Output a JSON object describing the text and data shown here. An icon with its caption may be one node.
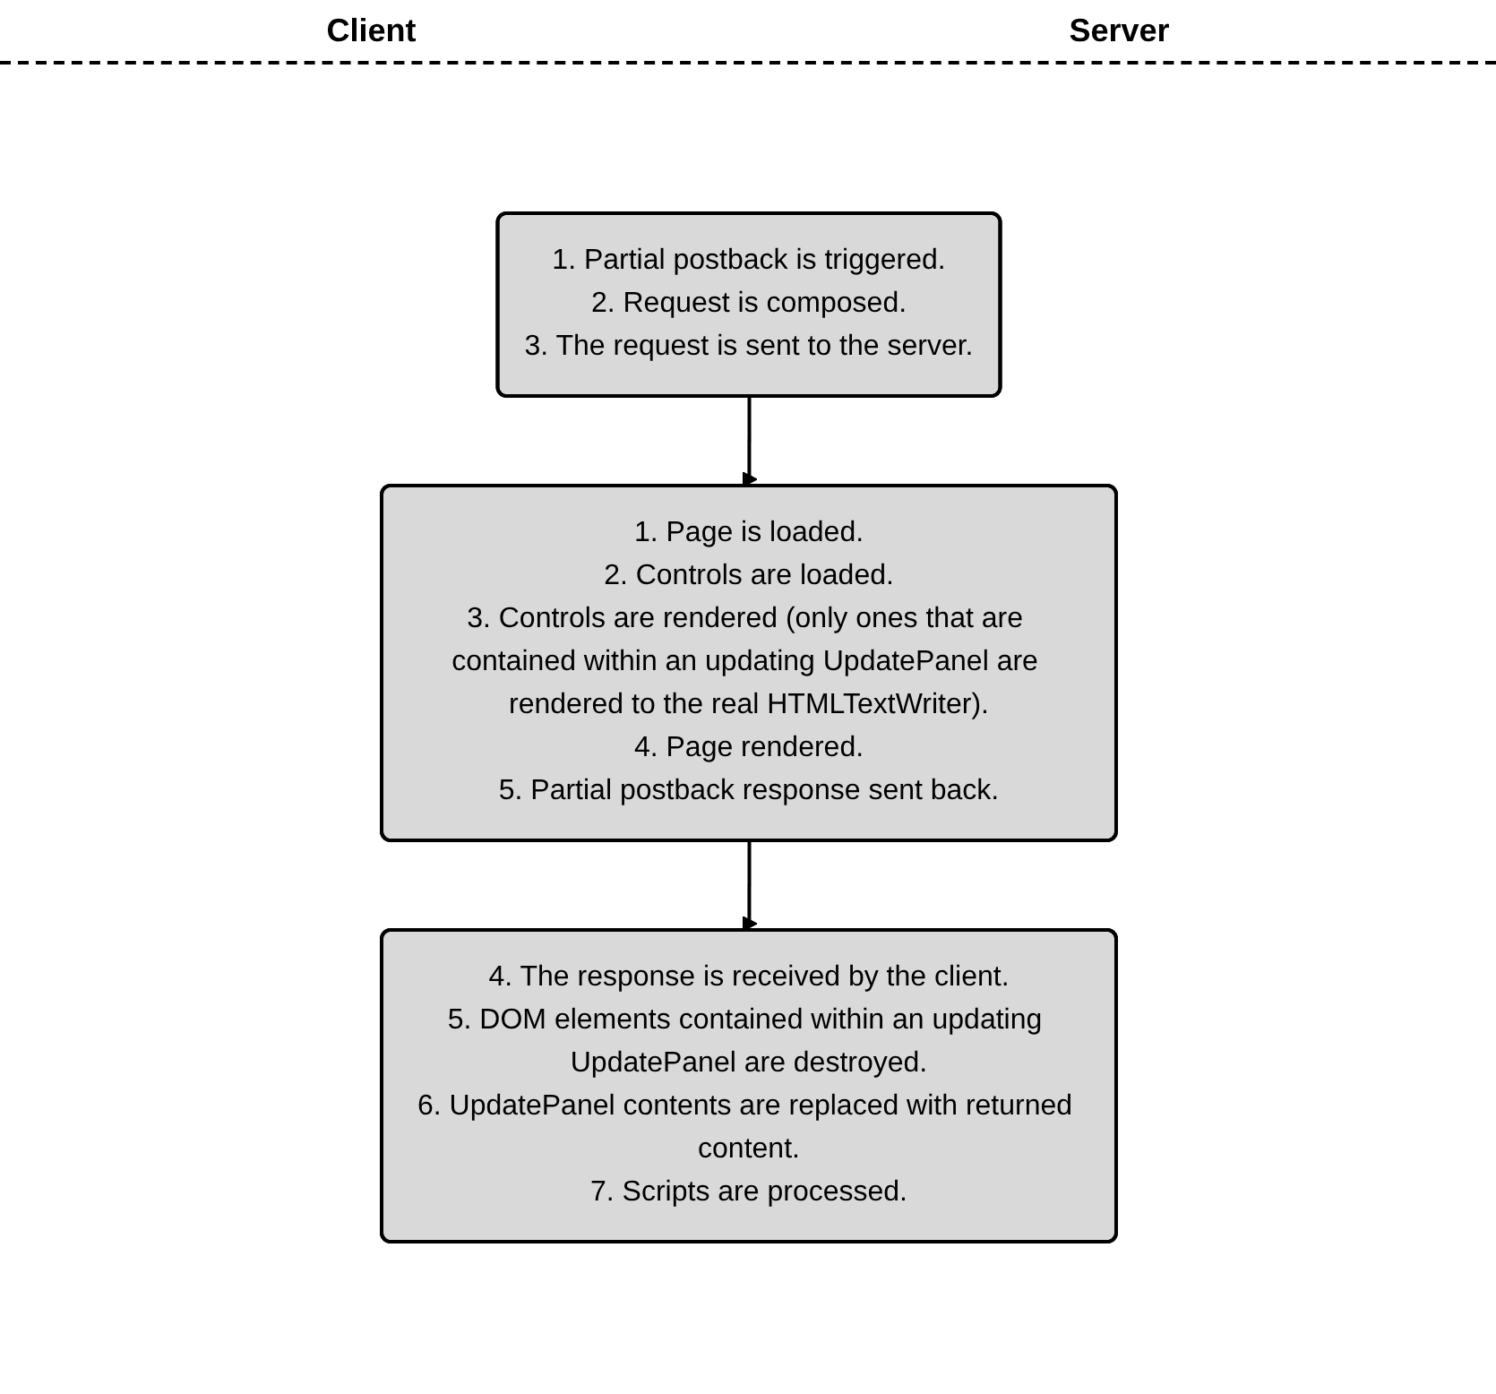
{
  "diagram": {
    "nodes": [
      {
        "text": [
          "1. Partial postback is triggered.",
          "2. Request is composed.",
          "3. The request is sent to the server."
        ]
      },
      {
        "text": [
          "1. Page is loaded.",
          "2. Controls are loaded.",
          "3. Controls are rendered (only ones that are contained within an updating UpdatePanel are rendered to the real HTMLTextWriter).",
          "4. Page rendered.",
          "5. Partial postback response sent back."
        ]
      },
      {
        "text": [
          "4. The response is received by the client.",
          "5. DOM elements contained within an updating UpdatePanel are destroyed.",
          "6. UpdatePanel contents are replaced with returned content.",
          "7. Scripts are processed."
        ]
      }
    ],
    "edges": [
      {
        "from": 0,
        "to": 1,
        "arrow": "to"
      },
      {
        "from": 1,
        "to": 2,
        "arrow": "to"
      }
    ],
    "labels": [
      "Client",
      "Server"
    ]
  }
}
